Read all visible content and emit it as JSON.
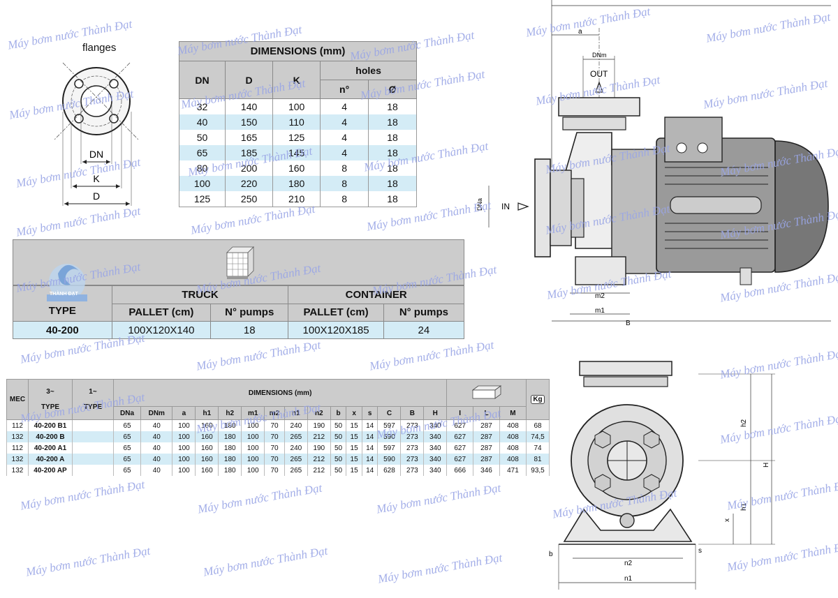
{
  "flange": {
    "title": "flanges",
    "labels": {
      "dn": "DN",
      "k": "K",
      "d": "D"
    }
  },
  "dimensions_table": {
    "title": "DIMENSIONS (mm)",
    "headers": {
      "dn": "DN",
      "d": "D",
      "k": "K",
      "holes": "holes",
      "n": "n°",
      "dia": "Ø"
    },
    "rows": [
      [
        "32",
        "140",
        "100",
        "4",
        "18"
      ],
      [
        "40",
        "150",
        "110",
        "4",
        "18"
      ],
      [
        "50",
        "165",
        "125",
        "4",
        "18"
      ],
      [
        "65",
        "185",
        "145",
        "4",
        "18"
      ],
      [
        "80",
        "200",
        "160",
        "8",
        "18"
      ],
      [
        "100",
        "220",
        "180",
        "8",
        "18"
      ],
      [
        "125",
        "250",
        "210",
        "8",
        "18"
      ]
    ]
  },
  "packaging": {
    "type_label": "TYPE",
    "logo_text": "THÀNH ĐẠT",
    "truck": "TRUCK",
    "container": "CONTAINER",
    "pallet": "PALLET (cm)",
    "pumps": "N° pumps",
    "row": {
      "type": "40-200",
      "truck_pallet": "100X120X140",
      "truck_pumps": "18",
      "cont_pallet": "100X120X185",
      "cont_pumps": "24"
    }
  },
  "mec_table": {
    "h_mec": "MEC",
    "h_3": "3~",
    "h_type3": "TYPE",
    "h_1": "1~",
    "h_type1": "TYPE",
    "h_dims": "DIMENSIONS (mm)",
    "h_kg": "Kg",
    "cols": [
      "DNa",
      "DNm",
      "a",
      "h1",
      "h2",
      "m1",
      "m2",
      "n1",
      "n2",
      "b",
      "x",
      "s",
      "C",
      "B",
      "H",
      "I",
      "L",
      "M"
    ],
    "rows": [
      {
        "mec": "112",
        "type": "40-200 B1",
        "vals": [
          "65",
          "40",
          "100",
          "160",
          "180",
          "100",
          "70",
          "240",
          "190",
          "50",
          "15",
          "14",
          "597",
          "273",
          "340",
          "627",
          "287",
          "408"
        ],
        "kg": "68"
      },
      {
        "mec": "132",
        "type": "40-200 B",
        "vals": [
          "65",
          "40",
          "100",
          "160",
          "180",
          "100",
          "70",
          "265",
          "212",
          "50",
          "15",
          "14",
          "590",
          "273",
          "340",
          "627",
          "287",
          "408"
        ],
        "kg": "74,5"
      },
      {
        "mec": "112",
        "type": "40-200 A1",
        "vals": [
          "65",
          "40",
          "100",
          "160",
          "180",
          "100",
          "70",
          "240",
          "190",
          "50",
          "15",
          "14",
          "597",
          "273",
          "340",
          "627",
          "287",
          "408"
        ],
        "kg": "74"
      },
      {
        "mec": "132",
        "type": "40-200 A",
        "vals": [
          "65",
          "40",
          "100",
          "160",
          "180",
          "100",
          "70",
          "265",
          "212",
          "50",
          "15",
          "14",
          "590",
          "273",
          "340",
          "627",
          "287",
          "408"
        ],
        "kg": "81"
      },
      {
        "mec": "132",
        "type": "40-200 AP",
        "vals": [
          "65",
          "40",
          "100",
          "160",
          "180",
          "100",
          "70",
          "265",
          "212",
          "50",
          "15",
          "14",
          "628",
          "273",
          "340",
          "666",
          "346",
          "471"
        ],
        "kg": "93,5"
      }
    ]
  },
  "drawing": {
    "a": "a",
    "dnm": "DNm",
    "out": "OUT",
    "in": "IN",
    "dna": "DNa",
    "m2": "m2",
    "m1": "m1",
    "b_upper": "B",
    "h2": "h2",
    "h": "H",
    "h1": "h1",
    "x": "x",
    "b": "b",
    "s": "s",
    "n2": "n2",
    "n1": "n1"
  },
  "watermark": "Máy bơm nước Thành Đạt"
}
